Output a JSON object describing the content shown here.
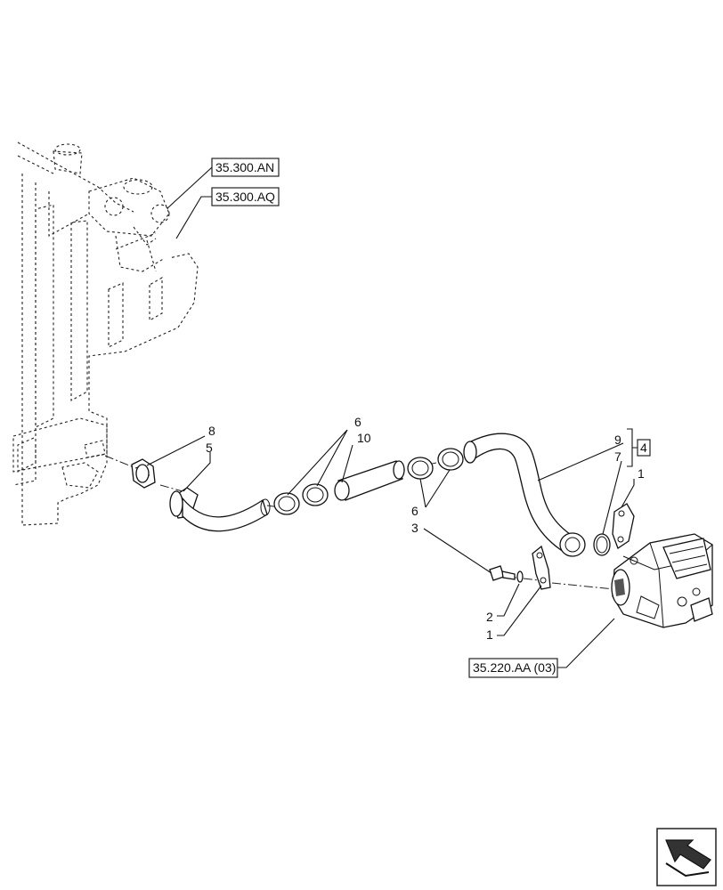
{
  "references": {
    "ref_35_300_an": "35.300.AN",
    "ref_35_300_aq": "35.300.AQ",
    "ref_35_220_aa": "35.220.AA (03)"
  },
  "callouts": {
    "c8": "8",
    "c5": "5",
    "c6_top": "6",
    "c10": "10",
    "c9": "9",
    "c7": "7",
    "c4": "4",
    "c1_top": "1",
    "c6_bottom": "6",
    "c3": "3",
    "c2": "2",
    "c1_bottom": "1"
  },
  "navigation": {
    "icon": "return-arrow-icon"
  }
}
